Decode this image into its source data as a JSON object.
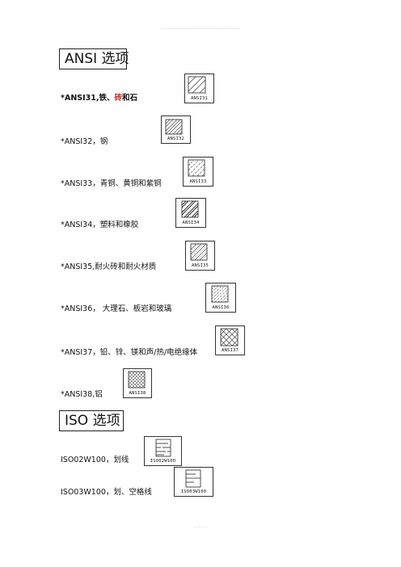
{
  "sections": {
    "ansi_title": "ANSI 选项",
    "iso_title": "ISO 选项"
  },
  "ansi_items": [
    {
      "label_a": "*ANSI31,",
      "label_b": "铁、",
      "label_red": "砖",
      "label_c": "和石",
      "code": "ANSI31",
      "pattern": "single-hatch"
    },
    {
      "label": "*ANSI32，钢",
      "code": "ANSI32",
      "pattern": "double-hatch"
    },
    {
      "label": "*ANSI33，青铜、黄铜和紫铜",
      "code": "ANSI33",
      "pattern": "dashed-hatch"
    },
    {
      "label": "*ANSI34，塑料和橡胶",
      "code": "ANSI34",
      "pattern": "dense-hatch"
    },
    {
      "label": "*ANSI35,耐火砖和耐火材质",
      "code": "ANSI35",
      "pattern": "mixed-hatch"
    },
    {
      "label": "*ANSI36，  大理石、板岩和玻璃",
      "code": "ANSI36",
      "pattern": "dotted-hatch"
    },
    {
      "label": "*ANSI37，铅、锌、镁和声/热/电绝缘体",
      "code": "ANSI37",
      "pattern": "cross-hatch"
    },
    {
      "label": "*ANSI38,铝",
      "code": "ANSI38",
      "pattern": "fine-cross-hatch"
    }
  ],
  "iso_items": [
    {
      "label": "ISO02W100，划线",
      "code": "ISO02W100",
      "pattern": "horizontal-dash-lines"
    },
    {
      "label": "ISO03W100，划、空格线",
      "code": "ISO03W100",
      "pattern": "horizontal-spaced-lines"
    }
  ]
}
